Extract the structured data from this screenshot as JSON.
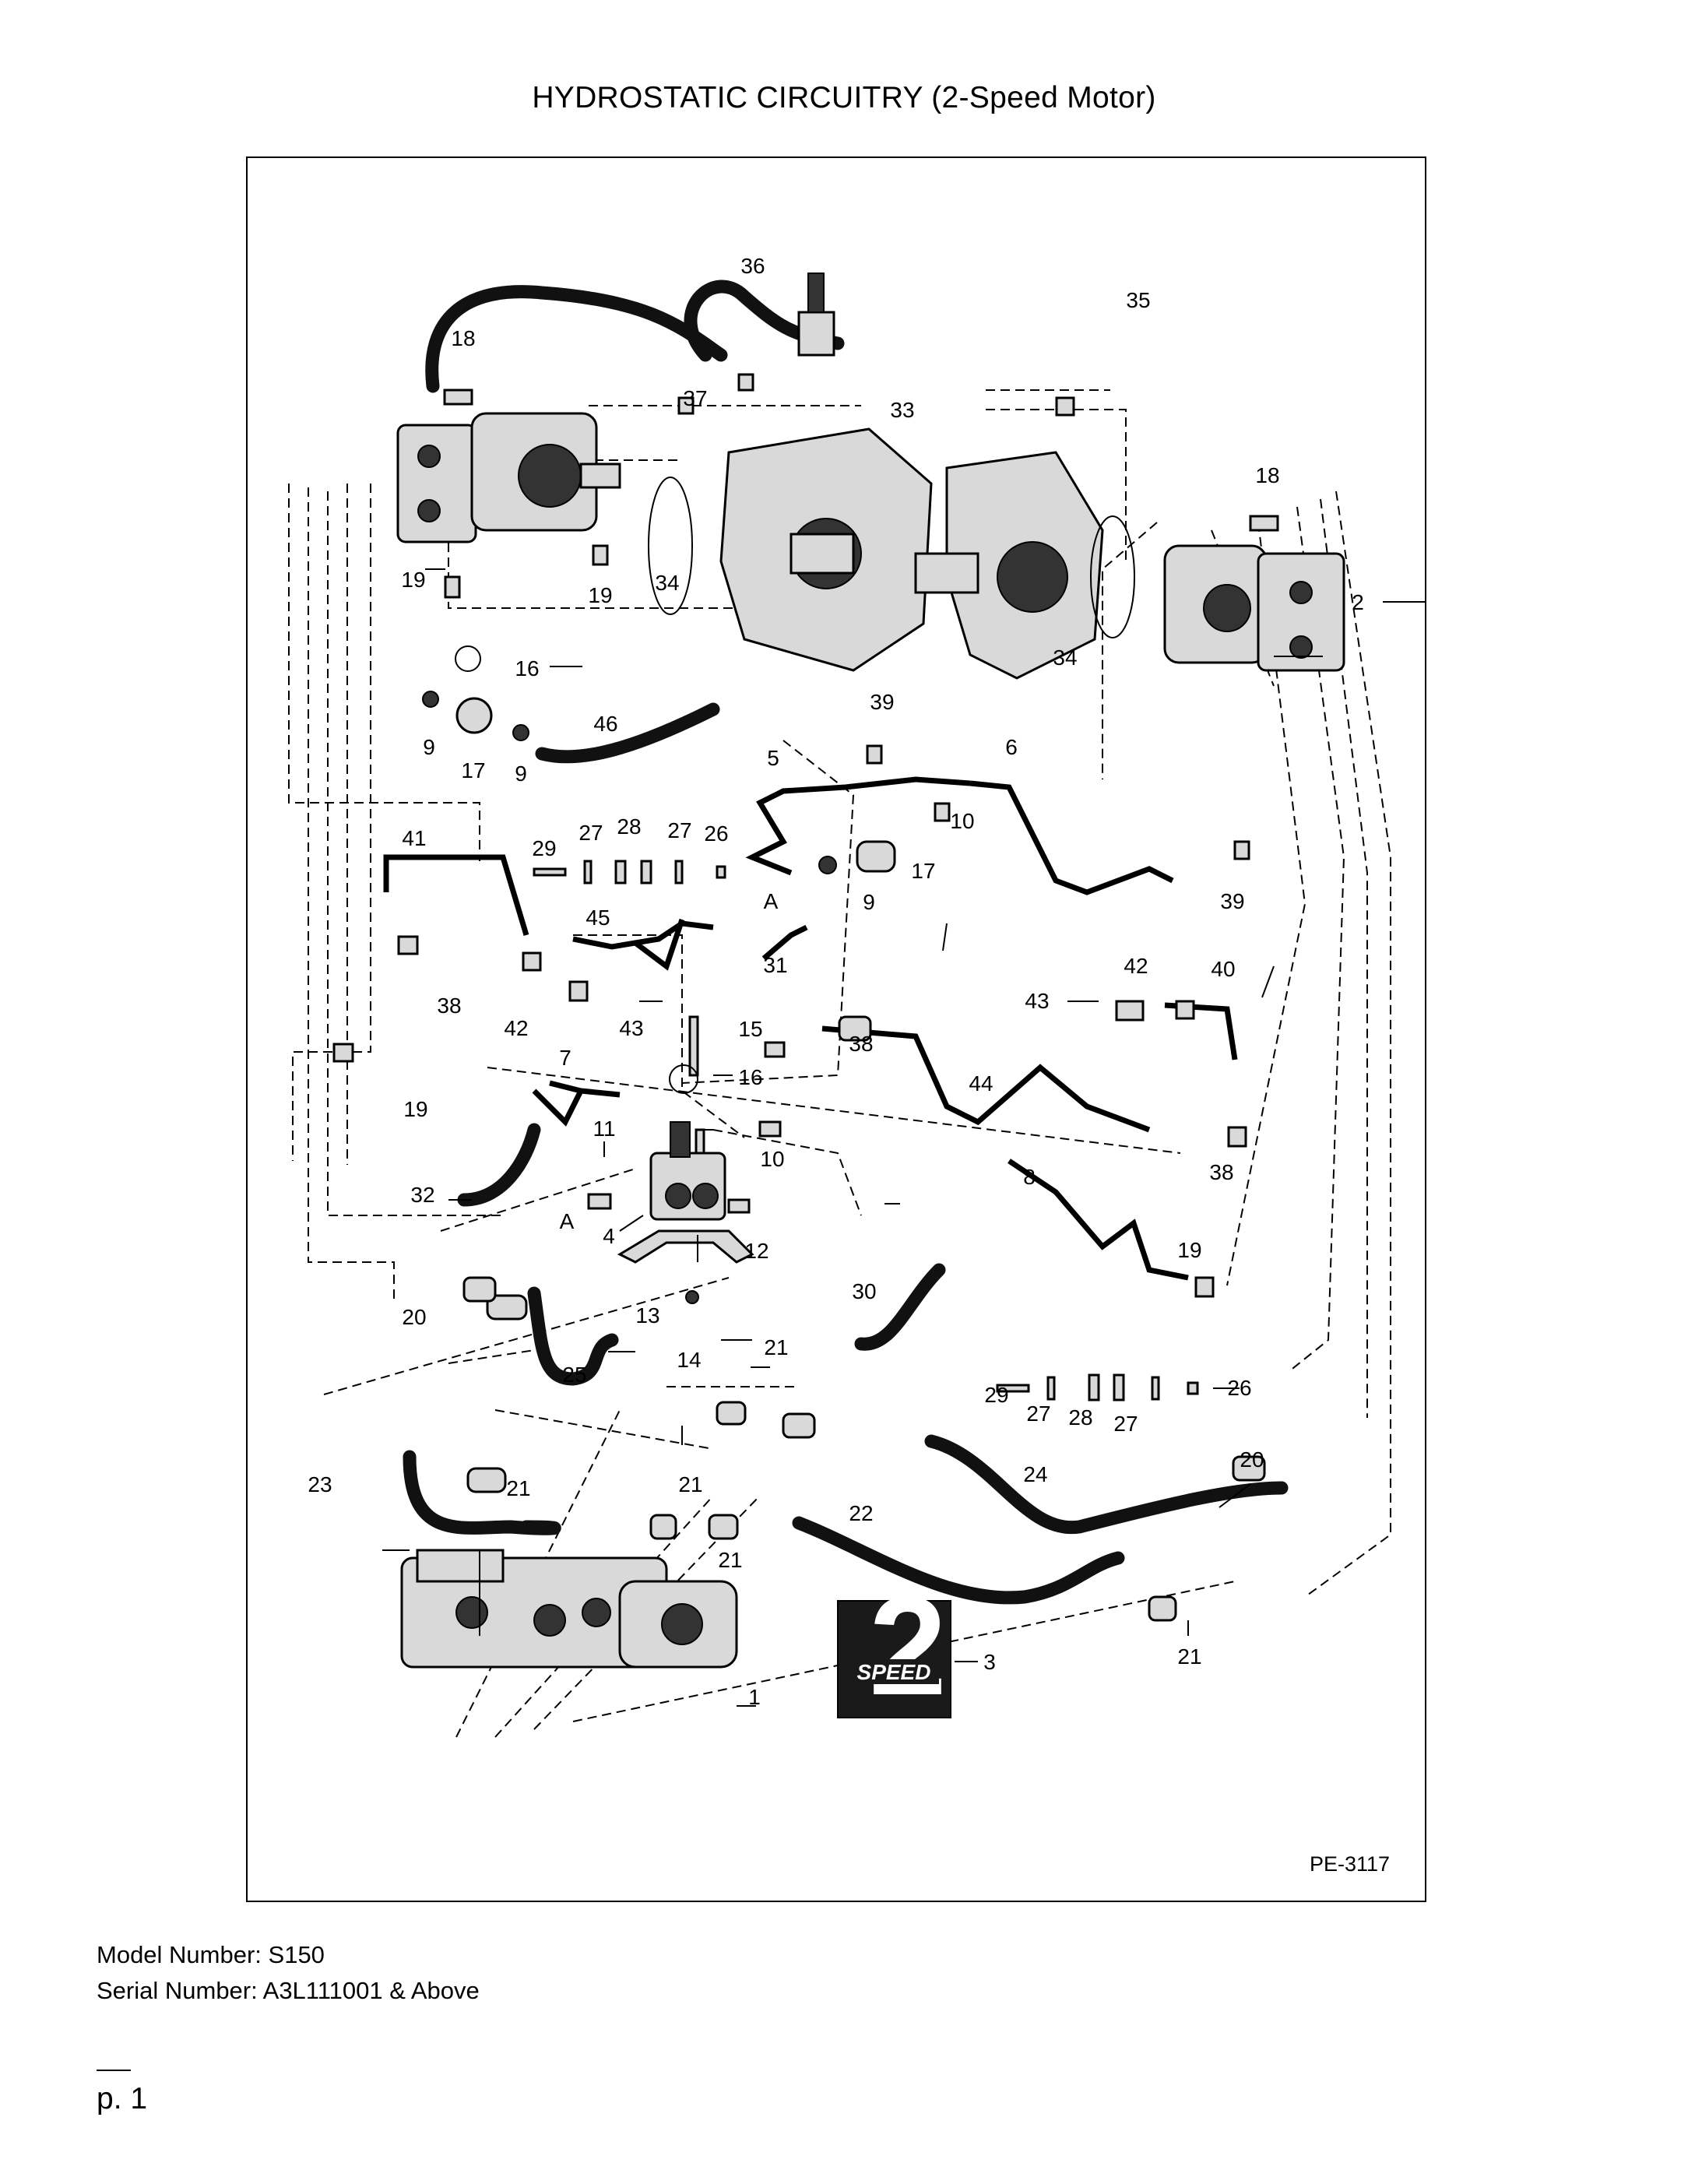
{
  "title": "HYDROSTATIC CIRCUITRY (2-Speed Motor)",
  "figure_ref": "PE-3117",
  "callouts": {
    "c1": "1",
    "c2": "2",
    "c3": "3",
    "c4": "4",
    "c5": "5",
    "c6": "6",
    "c7": "7",
    "c8": "8",
    "c9a": "9",
    "c9b": "9",
    "c9c": "9",
    "c10a": "10",
    "c10b": "10",
    "c11": "11",
    "c12": "12",
    "c13": "13",
    "c14": "14",
    "c15": "15",
    "c16a": "16",
    "c16b": "16",
    "c17a": "17",
    "c17b": "17",
    "c18a": "18",
    "c18b": "18",
    "c19a": "19",
    "c19b": "19",
    "c19c": "19",
    "c19d": "19",
    "c20a": "20",
    "c20b": "20",
    "c21a": "21",
    "c21b": "21",
    "c21c": "21",
    "c21d": "21",
    "c21e": "21",
    "c22": "22",
    "c23": "23",
    "c24": "24",
    "c25": "25",
    "c26a": "26",
    "c26b": "26",
    "c27a": "27",
    "c27b": "27",
    "c27c": "27",
    "c27d": "27",
    "c28a": "28",
    "c28b": "28",
    "c29a": "29",
    "c29b": "29",
    "c30": "30",
    "c31": "31",
    "c32": "32",
    "c33": "33",
    "c34a": "34",
    "c34b": "34",
    "c35": "35",
    "c36": "36",
    "c37": "37",
    "c38a": "38",
    "c38b": "38",
    "c38c": "38",
    "c39a": "39",
    "c39b": "39",
    "c40": "40",
    "c41": "41",
    "c42a": "42",
    "c42b": "42",
    "c43a": "43",
    "c43b": "43",
    "c44": "44",
    "c45": "45",
    "c46": "46",
    "cAa": "A",
    "cAb": "A"
  },
  "logo_text": "SPEED",
  "logo_digit": "2",
  "footer": {
    "model": "Model Number: S150",
    "serial": "Serial Number: A3L111001 & Above",
    "page": "p. 1"
  }
}
